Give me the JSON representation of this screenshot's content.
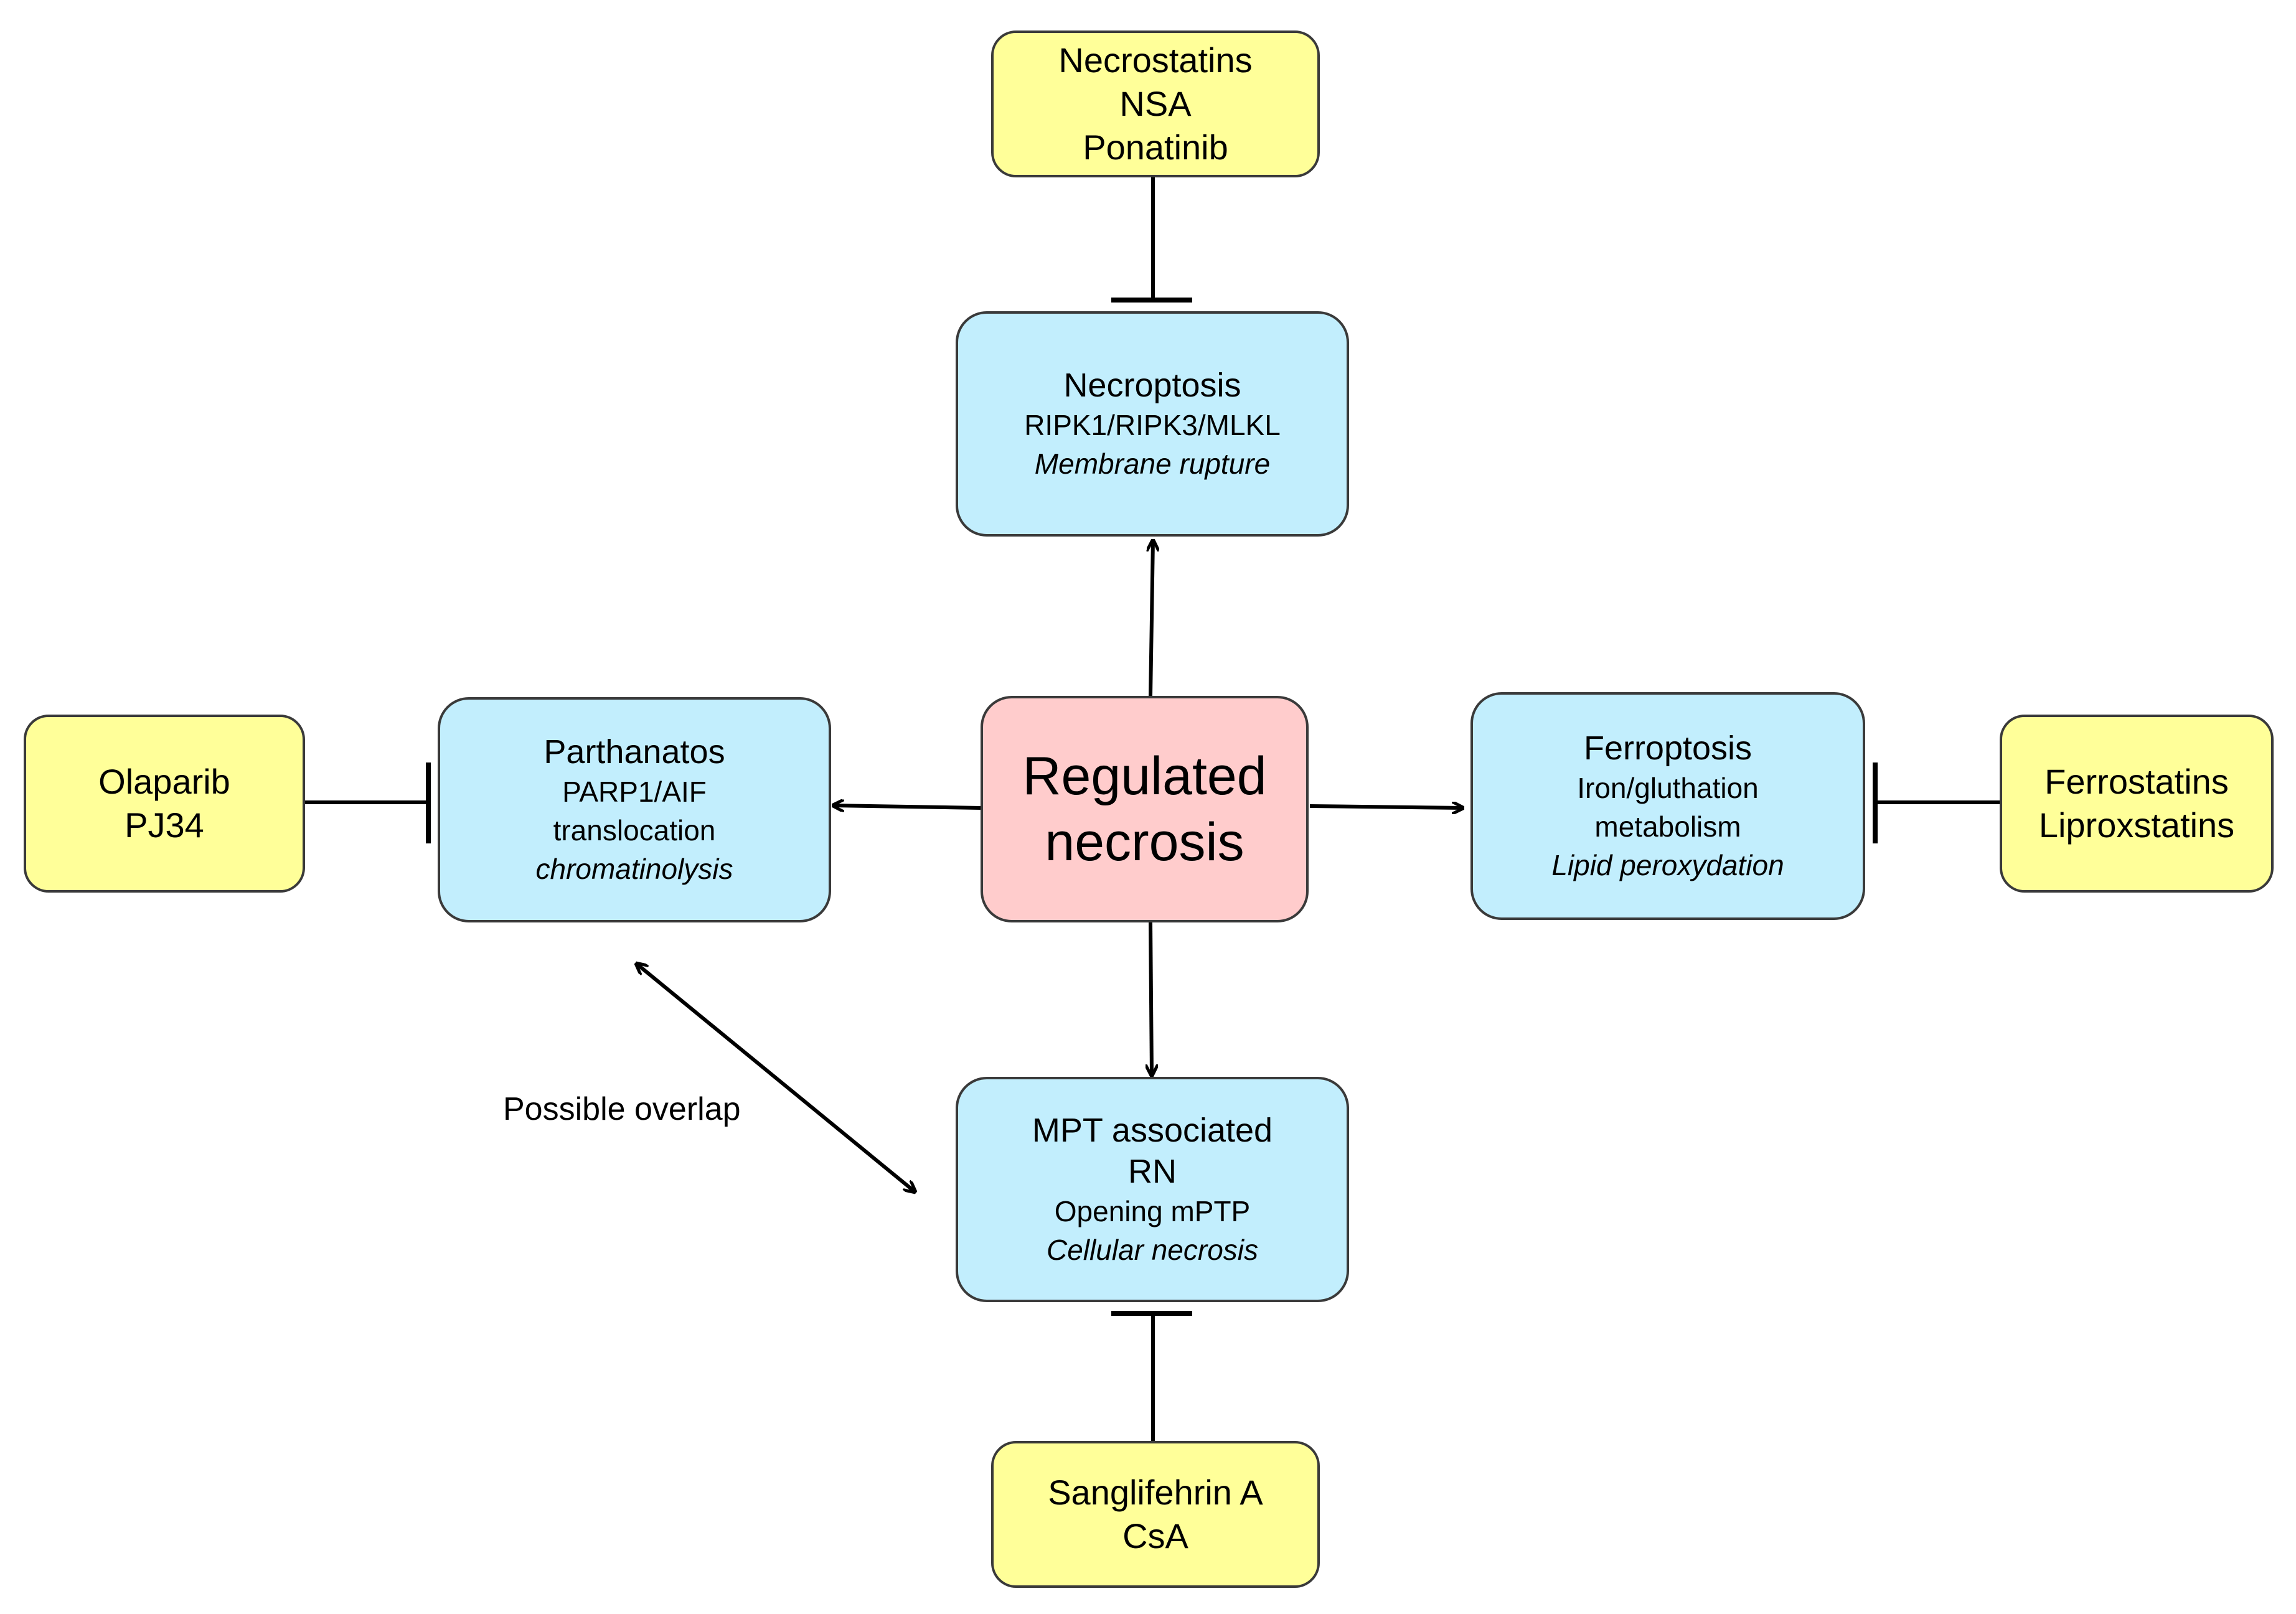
{
  "nodes": {
    "center": {
      "lines": [
        "Regulated",
        "necrosis"
      ]
    },
    "necroptosis": {
      "title": "Necroptosis",
      "detail": "RIPK1/RIPK3/MLKL",
      "effect": "Membrane  rupture"
    },
    "parthanatos": {
      "title": "Parthanatos",
      "detail_lines": [
        "PARP1/AIF",
        "translocation"
      ],
      "effect": "chromatinolysis"
    },
    "ferroptosis": {
      "title": "Ferroptosis",
      "detail_lines": [
        "Iron/gluthation",
        "metabolism"
      ],
      "effect": "Lipid peroxydation"
    },
    "mpt": {
      "title_lines": [
        "MPT associated",
        "RN"
      ],
      "detail": "Opening  mPTP",
      "effect": "Cellular necrosis"
    }
  },
  "inhibitors": {
    "top": [
      "Necrostatins",
      "NSA",
      "Ponatinib"
    ],
    "left": [
      "Olaparib",
      "PJ34"
    ],
    "right": [
      "Ferrostatins",
      "Liproxstatins"
    ],
    "bottom": [
      "Sanglifehrin  A",
      "CsA"
    ]
  },
  "annotation": "Possible overlap",
  "colors": {
    "inhibitor_fill": "#ffff99",
    "pathway_fill": "#c2eefd",
    "center_fill": "#ffcccc",
    "border": "#3a3a3a",
    "line": "#000000"
  }
}
